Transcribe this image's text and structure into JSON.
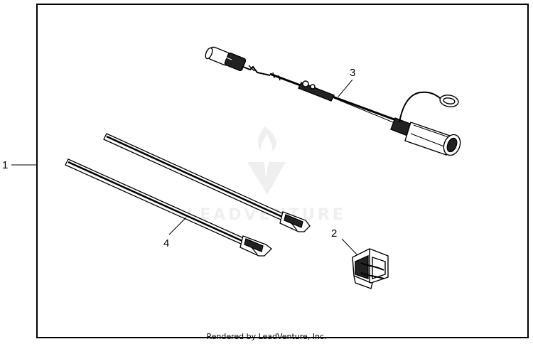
{
  "callouts": [
    {
      "id": "1",
      "label": "1"
    },
    {
      "id": "2",
      "label": "2"
    },
    {
      "id": "3",
      "label": "3"
    },
    {
      "id": "4",
      "label": "4"
    }
  ],
  "watermark": {
    "text": "LEADVENTURE"
  },
  "footer": {
    "credit": "Rendered by LeadVenture, Inc."
  }
}
